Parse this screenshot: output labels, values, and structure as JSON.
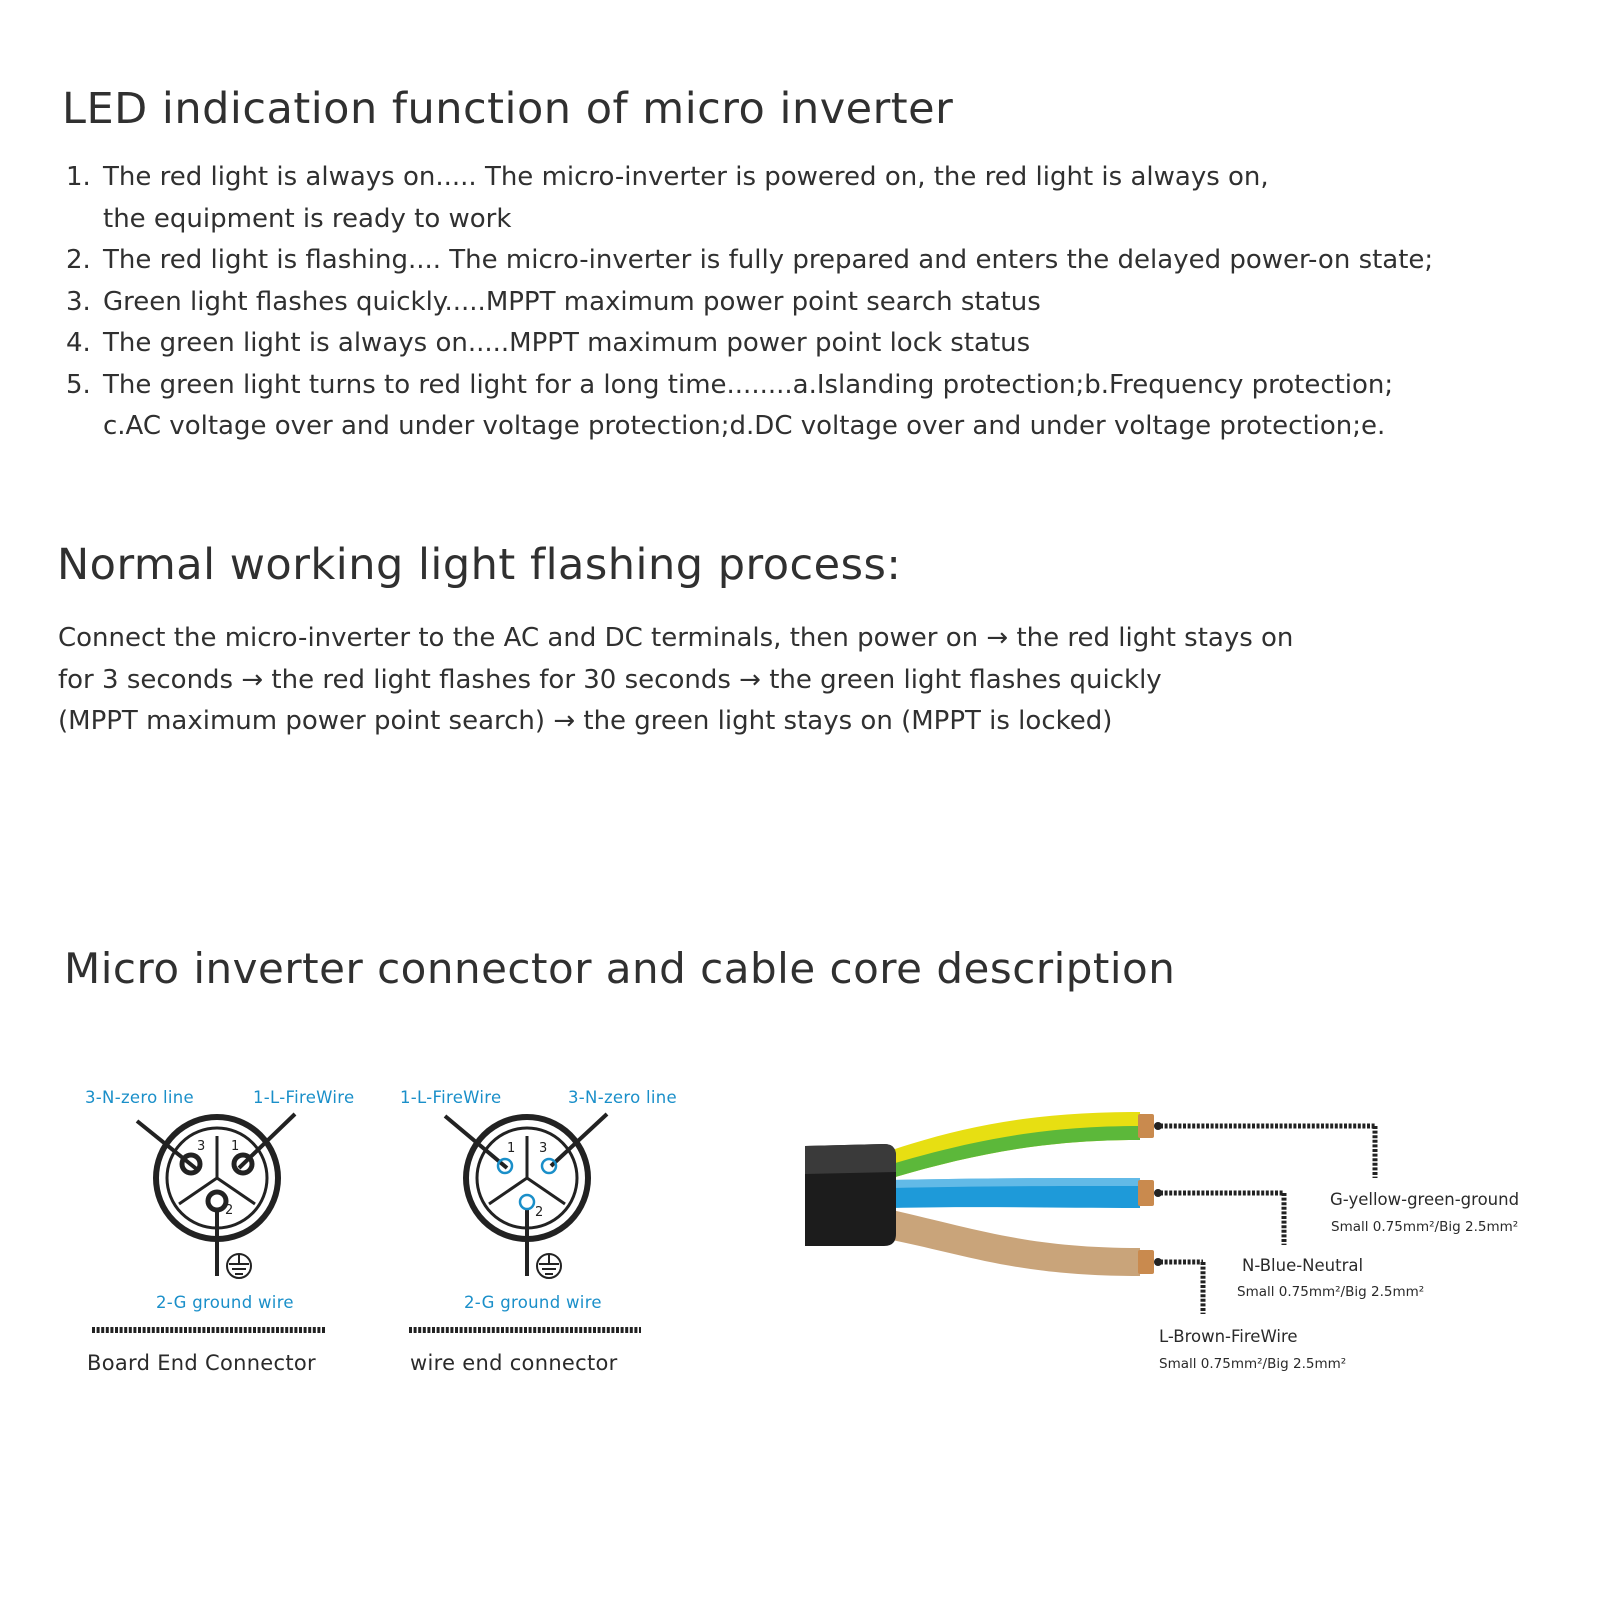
{
  "led_section": {
    "title": "LED indication function of micro inverter",
    "items": [
      {
        "num": "1.",
        "text": "The red light is always on..... The micro-inverter is powered on, the red light is always on,\nthe equipment is ready to work"
      },
      {
        "num": "2.",
        "text": "The red light is flashing.... The micro-inverter is fully prepared and enters the delayed power-on state;"
      },
      {
        "num": "3.",
        "text": "Green light flashes quickly.....MPPT maximum power point search status"
      },
      {
        "num": "4.",
        "text": "The green light is always on.....MPPT maximum power point lock status"
      },
      {
        "num": "5.",
        "text": "The green light turns to red light for a long time........a.Islanding protection;b.Frequency protection;\nc.AC voltage over and under voltage protection;d.DC voltage over and under voltage protection;e."
      }
    ]
  },
  "process_section": {
    "title": "Normal working light flashing process:",
    "text": "Connect the micro-inverter to the AC and DC terminals, then power on → the red light stays on\nfor 3 seconds → the red light flashes for 30 seconds → the green light flashes quickly\n(MPPT maximum power point search) → the green light stays on (MPPT is locked)"
  },
  "connector_section": {
    "title": "Micro inverter connector and cable core description",
    "board_connector": {
      "label_left": "3-N-zero line",
      "label_right": "1-L-FireWire",
      "label_bottom": "2-G ground wire",
      "caption": "Board End Connector",
      "pins": [
        "3",
        "1",
        "2"
      ]
    },
    "wire_connector": {
      "label_left": "1-L-FireWire",
      "label_right": "3-N-zero line",
      "label_bottom": "2-G ground wire",
      "caption": "wire end connector",
      "pins": [
        "1",
        "3",
        "2"
      ]
    },
    "cable": {
      "colors": {
        "sheath": "#1c1c1c",
        "yellow": "#e7df12",
        "green": "#5cb83a",
        "blue": "#1e9ad9",
        "brown": "#c9a47a",
        "copper": "#c98a4e",
        "label_blue": "#1a8fc9"
      },
      "wires": [
        {
          "name": "G-yellow-green-ground",
          "spec": "Small 0.75mm²/Big 2.5mm²"
        },
        {
          "name": "N-Blue-Neutral",
          "spec": "Small 0.75mm²/Big 2.5mm²"
        },
        {
          "name": "L-Brown-FireWire",
          "spec": "Small 0.75mm²/Big 2.5mm²"
        }
      ]
    }
  }
}
